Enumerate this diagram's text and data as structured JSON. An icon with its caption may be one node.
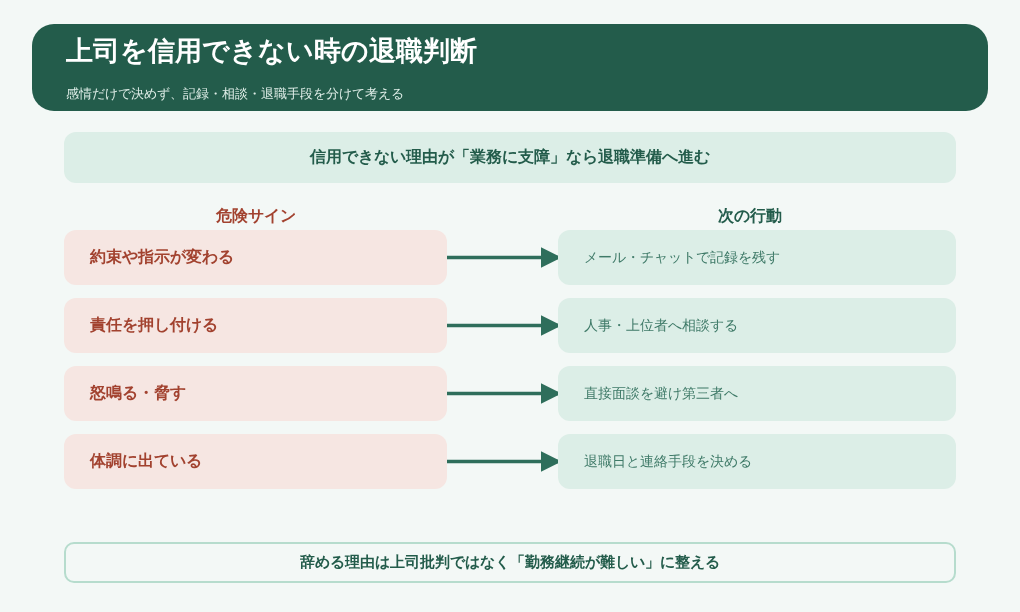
{
  "diagram": {
    "nodes": [
      {
        "text": [
          "上司を信用できない時の退職判断",
          "感情だけで決めず、記録・相談・退職手段を分けて考える"
        ]
      },
      {
        "text": [
          "信用できない理由が「業務に支障」なら退職準備へ進む"
        ]
      },
      {
        "text": [
          "約束や指示が変わる"
        ]
      },
      {
        "text": [
          "責任を押し付ける"
        ]
      },
      {
        "text": [
          "怒鳴る・脅す"
        ]
      },
      {
        "text": [
          "体調に出ている"
        ]
      },
      {
        "text": [
          "メール・チャットで記録を残す"
        ]
      },
      {
        "text": [
          "人事・上位者へ相談する"
        ]
      },
      {
        "text": [
          "直接面談を避け第三者へ"
        ]
      },
      {
        "text": [
          "退職日と連絡手段を決める"
        ]
      },
      {
        "text": [
          "辞める理由は上司批判ではなく「勤務継続が難しい」に整える"
        ]
      }
    ],
    "edges": [
      {
        "from": 2,
        "to": 6,
        "arrow": "to"
      },
      {
        "from": 3,
        "to": 7,
        "arrow": "to"
      },
      {
        "from": 4,
        "to": 8,
        "arrow": "to"
      },
      {
        "from": 5,
        "to": 9,
        "arrow": "to"
      }
    ],
    "labels": [
      "危険サイン",
      "次の行動"
    ]
  }
}
